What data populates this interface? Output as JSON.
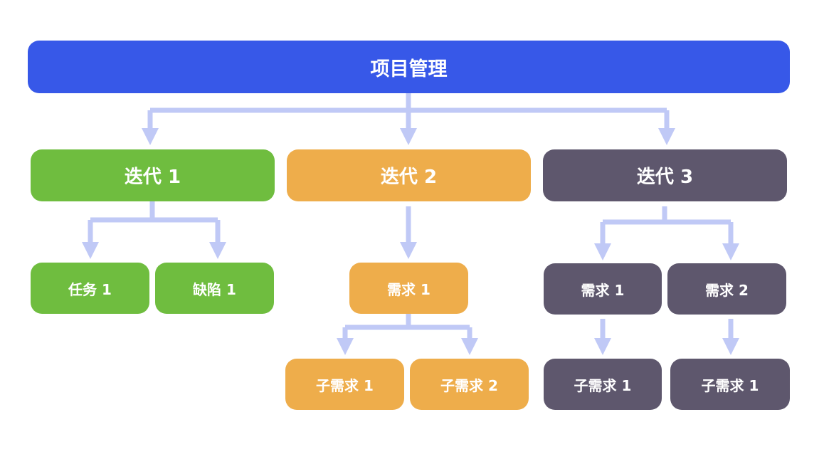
{
  "colors": {
    "root": "#3758e8",
    "iteration1": "#6fbd3f",
    "iteration2": "#eead4b",
    "iteration3": "#5e576d",
    "connector": "#c0c9f6"
  },
  "root": {
    "label": "项目管理"
  },
  "iterations": [
    {
      "label": "迭代 1",
      "children": [
        {
          "label": "任务 1"
        },
        {
          "label": "缺陷 1"
        }
      ]
    },
    {
      "label": "迭代 2",
      "children": [
        {
          "label": "需求 1",
          "children": [
            {
              "label": "子需求 1"
            },
            {
              "label": "子需求 2"
            }
          ]
        }
      ]
    },
    {
      "label": "迭代 3",
      "children": [
        {
          "label": "需求 1",
          "children": [
            {
              "label": "子需求 1"
            }
          ]
        },
        {
          "label": "需求 2",
          "children": [
            {
              "label": "子需求 1"
            }
          ]
        }
      ]
    }
  ]
}
